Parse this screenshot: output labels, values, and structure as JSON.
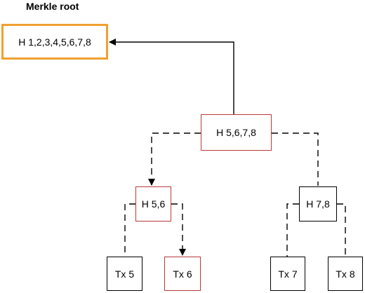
{
  "title": "Merkle root",
  "nodes": {
    "root": {
      "label": "H 1,2,3,4,5,6,7,8",
      "border": "#F0A030"
    },
    "h5678": {
      "label": "H 5,6,7,8",
      "border": "#B83A3A"
    },
    "h56": {
      "label": "H 5,6",
      "border": "#B83A3A"
    },
    "h78": {
      "label": "H 7,8",
      "border": "#000000"
    },
    "tx5": {
      "label": "Tx 5",
      "border": "#000000"
    },
    "tx6": {
      "label": "Tx 6",
      "border": "#B83A3A"
    },
    "tx7": {
      "label": "Tx 7",
      "border": "#000000"
    },
    "tx8": {
      "label": "Tx 8",
      "border": "#000000"
    }
  },
  "colors": {
    "highlight": "#F0A030",
    "path": "#B83A3A",
    "default": "#000000"
  }
}
